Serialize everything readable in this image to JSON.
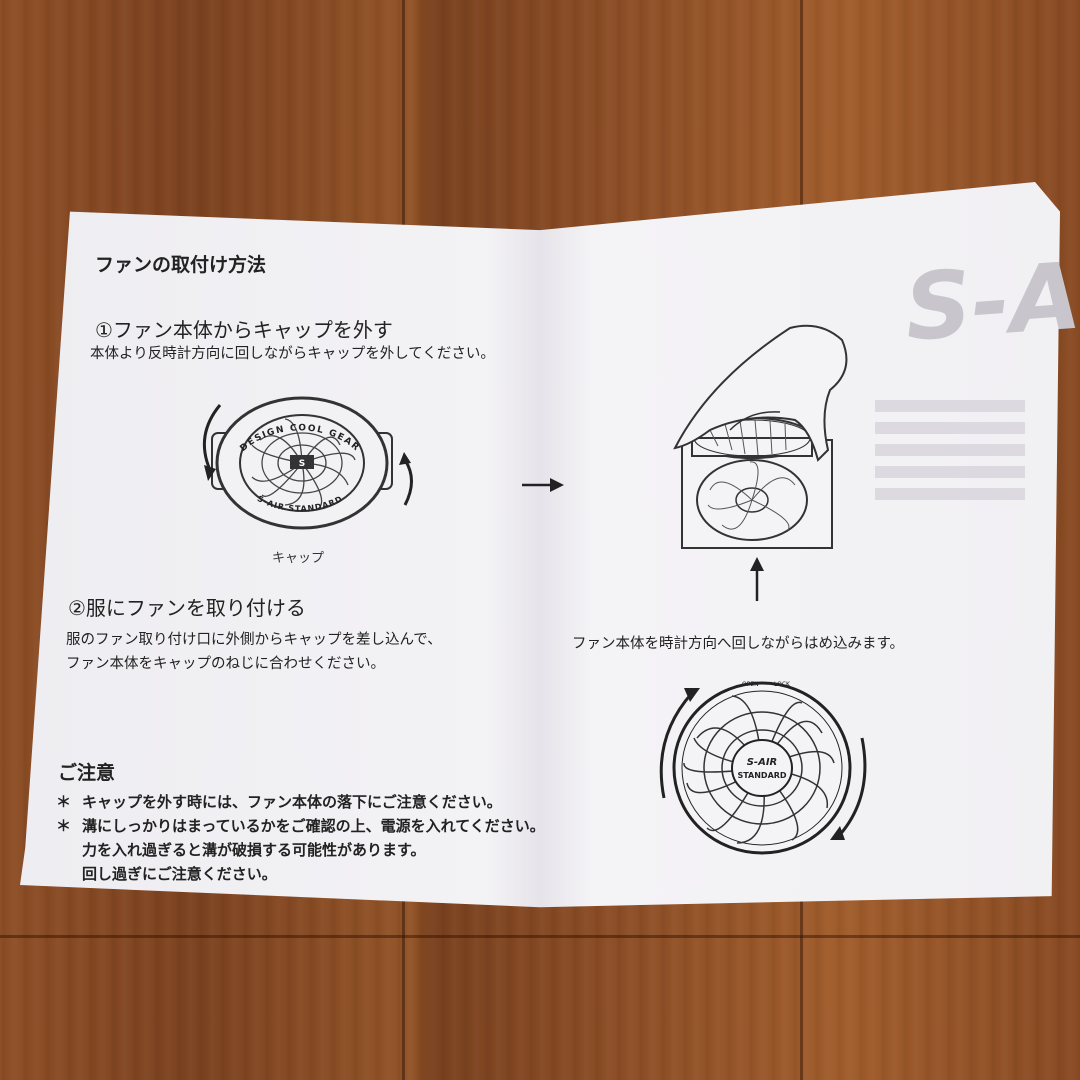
{
  "heading": "ファンの取付け方法",
  "step1": {
    "title": "①ファン本体からキャップを外す",
    "desc": "本体より反時計方向に回しながらキャップを外してください。",
    "cap_ring_top": "DESIGN COOL GEAR",
    "cap_ring_bottom": "S-AIR STANDARD",
    "cap_caption": "キャップ"
  },
  "step2": {
    "title": "②服にファンを取り付ける",
    "desc_line1": "服のファン取り付け口に外側からキャップを差し込んで、",
    "desc_line2": "ファン本体をキャップのねじに合わせください。"
  },
  "right_instruction": "ファン本体を時計方向へ回しながらはめ込みます。",
  "fan_labels": {
    "open": "OPEN",
    "lock": "LOCK",
    "model_top": "S-AIR",
    "model_bottom": "STANDARD"
  },
  "notes": {
    "title": "ご注意",
    "bullet": "＊",
    "line1": "キャップを外す時には、ファン本体の落下にご注意ください。",
    "line2": "溝にしっかりはまっているかをご確認の上、電源を入れてください。",
    "line3": "力を入れ過ぎると溝が破損する可能性があります。",
    "line4": "回し過ぎにご注意ください。"
  },
  "ghost_logo": "S-AIR",
  "colors": {
    "paper": "#f2f1f4",
    "ink": "#222222",
    "wood": "#8a4a22"
  }
}
